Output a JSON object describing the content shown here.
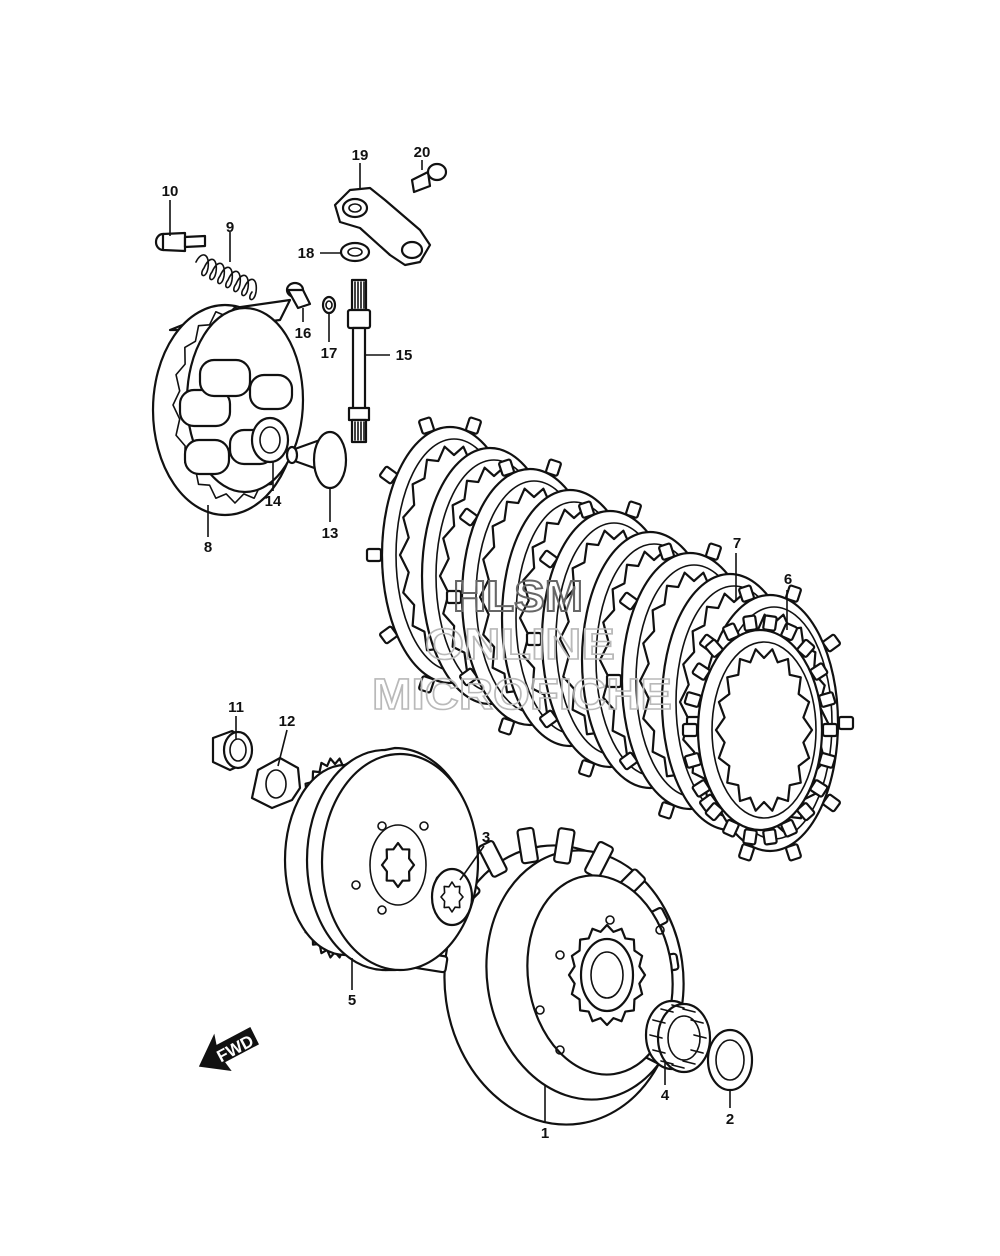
{
  "callouts": [
    {
      "id": "1",
      "name": "clutch-housing"
    },
    {
      "id": "2",
      "name": "thrust-washer"
    },
    {
      "id": "3",
      "name": "lock-washer"
    },
    {
      "id": "4",
      "name": "needle-bearing"
    },
    {
      "id": "5",
      "name": "clutch-sleeve-hub"
    },
    {
      "id": "6",
      "name": "drive-plate"
    },
    {
      "id": "7",
      "name": "driven-plate"
    },
    {
      "id": "8",
      "name": "pressure-plate"
    },
    {
      "id": "9",
      "name": "clutch-spring"
    },
    {
      "id": "10",
      "name": "bolt"
    },
    {
      "id": "11",
      "name": "nut"
    },
    {
      "id": "12",
      "name": "washer"
    },
    {
      "id": "13",
      "name": "push-piece"
    },
    {
      "id": "14",
      "name": "bearing"
    },
    {
      "id": "15",
      "name": "release-shaft"
    },
    {
      "id": "16",
      "name": "bolt-small"
    },
    {
      "id": "17",
      "name": "washer-small"
    },
    {
      "id": "18",
      "name": "oil-seal"
    },
    {
      "id": "19",
      "name": "release-arm"
    },
    {
      "id": "20",
      "name": "arm-bolt"
    }
  ],
  "watermark": {
    "line1": "HLSM",
    "line2": "ONLINE",
    "line3": "MICROFICHE"
  },
  "direction_badge": "FWD",
  "colors": {
    "line": "#111111",
    "background": "#ffffff",
    "watermark": "#b9b9b9"
  }
}
